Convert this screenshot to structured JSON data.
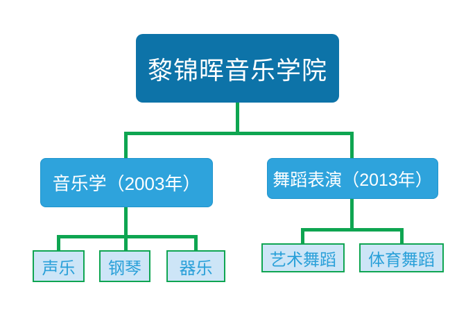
{
  "diagram": {
    "type": "org-chart",
    "root": {
      "label": "黎锦晖音乐学院"
    },
    "branches": [
      {
        "label": "音乐学（2003年）",
        "children": [
          {
            "label": "声乐"
          },
          {
            "label": "钢琴"
          },
          {
            "label": "器乐"
          }
        ]
      },
      {
        "label": "舞蹈表演（2013年）",
        "children": [
          {
            "label": "艺术舞蹈"
          },
          {
            "label": "体育舞蹈"
          }
        ]
      }
    ]
  },
  "colors": {
    "background": "#ffffff",
    "root_fill": "#0d73a8",
    "branch_fill": "#2ea3dc",
    "branch_border": "#1e94cc",
    "leaf_fill": "#cde5f7",
    "leaf_border": "#0ea551",
    "leaf_text": "#2aa0d9",
    "connector": "#0ea551",
    "node_text": "#ffffff"
  }
}
